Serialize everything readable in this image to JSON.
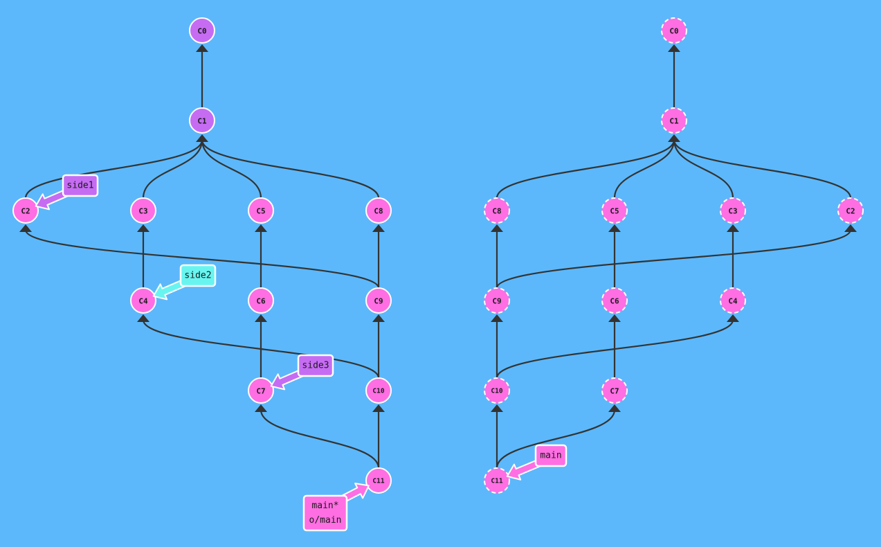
{
  "colors": {
    "background": "#5cb8fa",
    "purple": "#c66cf3",
    "pink": "#ff6ee3",
    "cyan": "#68f5f0",
    "edge": "#333333",
    "outline": "#ffffff"
  },
  "left_tree": {
    "commits": [
      {
        "id": "C0",
        "label": "C0",
        "color": "purple"
      },
      {
        "id": "C1",
        "label": "C1",
        "color": "purple"
      },
      {
        "id": "C2",
        "label": "C2",
        "color": "pink"
      },
      {
        "id": "C3",
        "label": "C3",
        "color": "pink"
      },
      {
        "id": "C5",
        "label": "C5",
        "color": "pink"
      },
      {
        "id": "C8",
        "label": "C8",
        "color": "pink"
      },
      {
        "id": "C4",
        "label": "C4",
        "color": "pink"
      },
      {
        "id": "C6",
        "label": "C6",
        "color": "pink"
      },
      {
        "id": "C9",
        "label": "C9",
        "color": "pink"
      },
      {
        "id": "C7",
        "label": "C7",
        "color": "pink"
      },
      {
        "id": "C10",
        "label": "C10",
        "color": "pink"
      },
      {
        "id": "C11",
        "label": "C11",
        "color": "pink"
      }
    ],
    "edges": [
      [
        "C1",
        "C0"
      ],
      [
        "C2",
        "C1"
      ],
      [
        "C3",
        "C1"
      ],
      [
        "C5",
        "C1"
      ],
      [
        "C8",
        "C1"
      ],
      [
        "C4",
        "C3"
      ],
      [
        "C6",
        "C5"
      ],
      [
        "C9",
        "C8"
      ],
      [
        "C9",
        "C2"
      ],
      [
        "C7",
        "C6"
      ],
      [
        "C10",
        "C9"
      ],
      [
        "C10",
        "C4"
      ],
      [
        "C11",
        "C10"
      ],
      [
        "C11",
        "C7"
      ]
    ],
    "branches": [
      {
        "lines": [
          "side1"
        ],
        "target": "C2",
        "color": "purple"
      },
      {
        "lines": [
          "side2"
        ],
        "target": "C4",
        "color": "cyan"
      },
      {
        "lines": [
          "side3"
        ],
        "target": "C7",
        "color": "purple"
      },
      {
        "lines": [
          "main*",
          "o/main"
        ],
        "target": "C11",
        "color": "pink"
      }
    ]
  },
  "right_tree": {
    "commits": [
      {
        "id": "C0",
        "label": "C0",
        "color": "pink"
      },
      {
        "id": "C1",
        "label": "C1",
        "color": "pink"
      },
      {
        "id": "C8",
        "label": "C8",
        "color": "pink"
      },
      {
        "id": "C5",
        "label": "C5",
        "color": "pink"
      },
      {
        "id": "C3",
        "label": "C3",
        "color": "pink"
      },
      {
        "id": "C2",
        "label": "C2",
        "color": "pink"
      },
      {
        "id": "C9",
        "label": "C9",
        "color": "pink"
      },
      {
        "id": "C6",
        "label": "C6",
        "color": "pink"
      },
      {
        "id": "C4",
        "label": "C4",
        "color": "pink"
      },
      {
        "id": "C10",
        "label": "C10",
        "color": "pink"
      },
      {
        "id": "C7",
        "label": "C7",
        "color": "pink"
      },
      {
        "id": "C11",
        "label": "C11",
        "color": "pink"
      }
    ],
    "edges": [
      [
        "C1",
        "C0"
      ],
      [
        "C8",
        "C1"
      ],
      [
        "C5",
        "C1"
      ],
      [
        "C3",
        "C1"
      ],
      [
        "C2",
        "C1"
      ],
      [
        "C9",
        "C8"
      ],
      [
        "C9",
        "C2"
      ],
      [
        "C6",
        "C5"
      ],
      [
        "C4",
        "C3"
      ],
      [
        "C10",
        "C9"
      ],
      [
        "C10",
        "C4"
      ],
      [
        "C7",
        "C6"
      ],
      [
        "C11",
        "C10"
      ],
      [
        "C11",
        "C7"
      ]
    ],
    "branches": [
      {
        "lines": [
          "main"
        ],
        "target": "C11",
        "color": "pink"
      }
    ]
  }
}
